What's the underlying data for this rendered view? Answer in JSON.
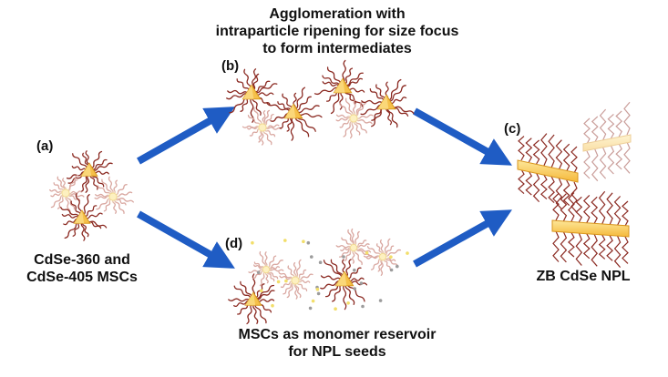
{
  "top_caption": {
    "line1": "Agglomeration with",
    "line2": "intraparticle ripening for size focus",
    "line3": "to form intermediates"
  },
  "bottom_caption": {
    "line1": "MSCs as monomer reservoir",
    "line2": "for NPL seeds"
  },
  "left_caption": {
    "line1": "CdSe-360 and",
    "line2": "CdSe-405 MSCs"
  },
  "right_caption": "ZB CdSe NPL",
  "panel_labels": {
    "a": "(a)",
    "b": "(b)",
    "c": "(c)",
    "d": "(d)"
  },
  "colors": {
    "arrow": "#1f5cc4",
    "ligand": "#8b2a22",
    "ligand_faded": "#d9a7a0",
    "core_gold": "#f5c04a",
    "core_light": "#fdf0c0",
    "platelet": "#f7c34e",
    "monomer_yellow": "#f2de6a",
    "monomer_gray": "#9c9c9c"
  }
}
